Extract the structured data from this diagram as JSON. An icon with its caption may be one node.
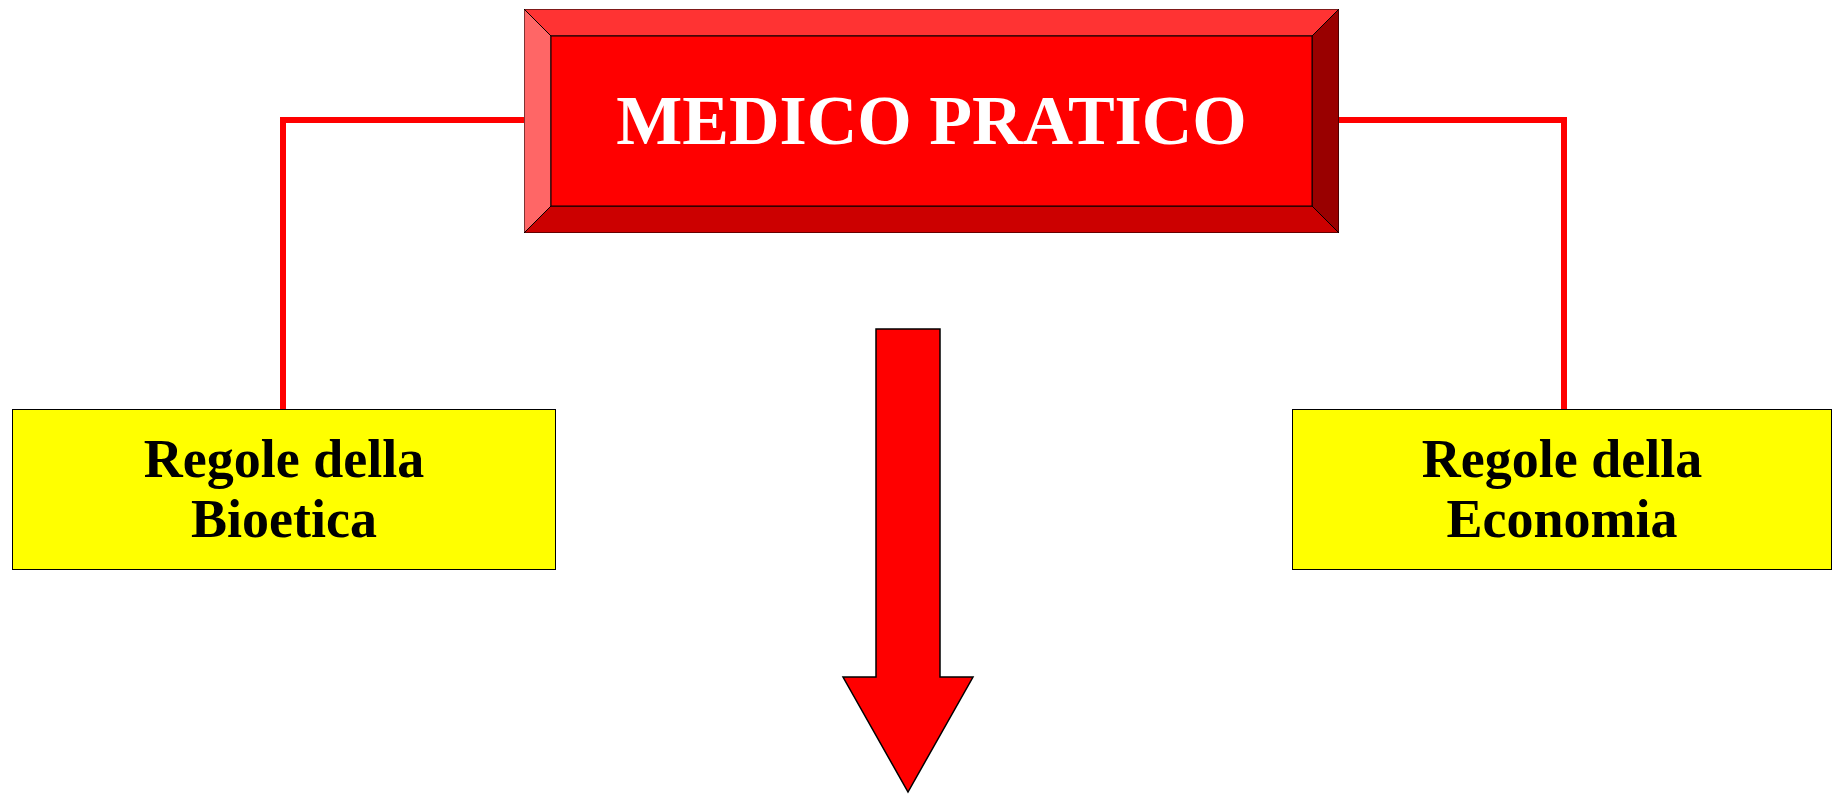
{
  "diagram": {
    "nodes": [
      {
        "text": [
          "MEDICO PRATICO"
        ]
      },
      {
        "text": [
          "Regole della Bioetica"
        ]
      },
      {
        "text": [
          "Regole della Economia"
        ]
      }
    ],
    "edges": [
      {
        "from": 0,
        "to": 1,
        "arrow": "none",
        "color": "#ff0000"
      },
      {
        "from": 0,
        "to": 2,
        "arrow": "none",
        "color": "#ff0000"
      }
    ]
  }
}
